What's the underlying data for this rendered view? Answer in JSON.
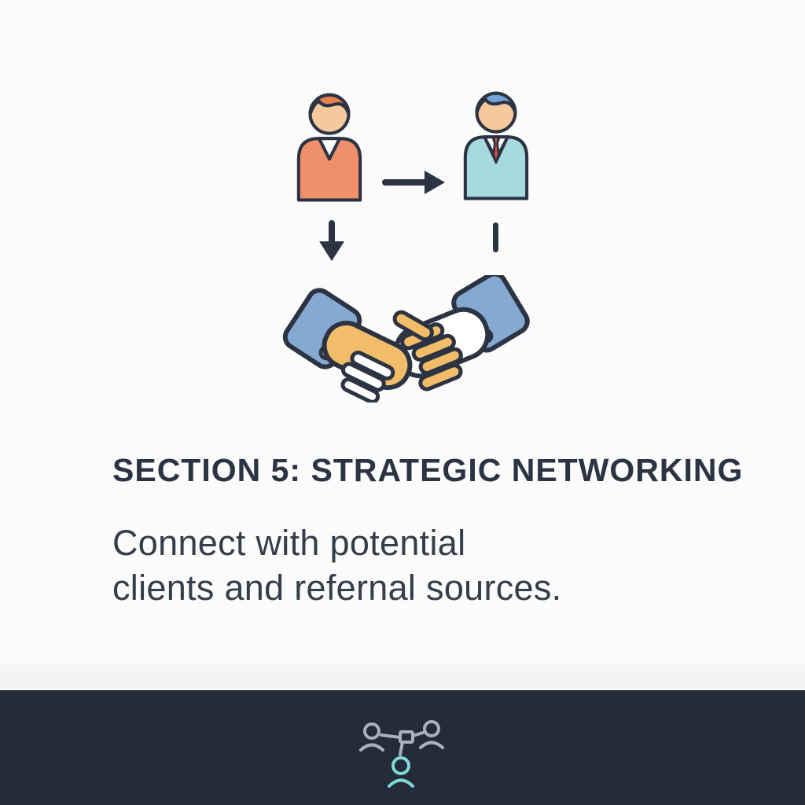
{
  "slide": {
    "title": "SECTION 5: STRATEGIC NETWORKING",
    "subtitle_lines": [
      "Connect with potential",
      "clients and refernal sources."
    ],
    "subtitle_full": "Connect with potential clients and refernal sources."
  },
  "icons": {
    "person_left": "person-orange-icon",
    "person_right": "person-teal-icon",
    "arrow_between": "arrow-right-icon",
    "arrow_down": "arrow-down-icon",
    "connector": "vertical-connector-line",
    "handshake": "handshake-icon",
    "footer_logo": "network-people-logo-icon"
  },
  "colors": {
    "background": "#fbfbfc",
    "band_light": "#f3f4f6",
    "footer_background": "#242b39",
    "outline": "#2c3342",
    "title_text": "#2c3342",
    "subtitle_text": "#353d4a",
    "skin": "#f5c99c",
    "orange_sweater": "#f0906a",
    "orange_hair": "#e87f4f",
    "teal_jacket": "#a6dade",
    "blue_hair": "#74a5d8",
    "tie_red": "#e04b3c",
    "cuff_blue": "#84a9d3",
    "hand_tan": "#f2bd68",
    "logo_gray": "#a9b1bf",
    "logo_teal": "#7fd8da"
  }
}
